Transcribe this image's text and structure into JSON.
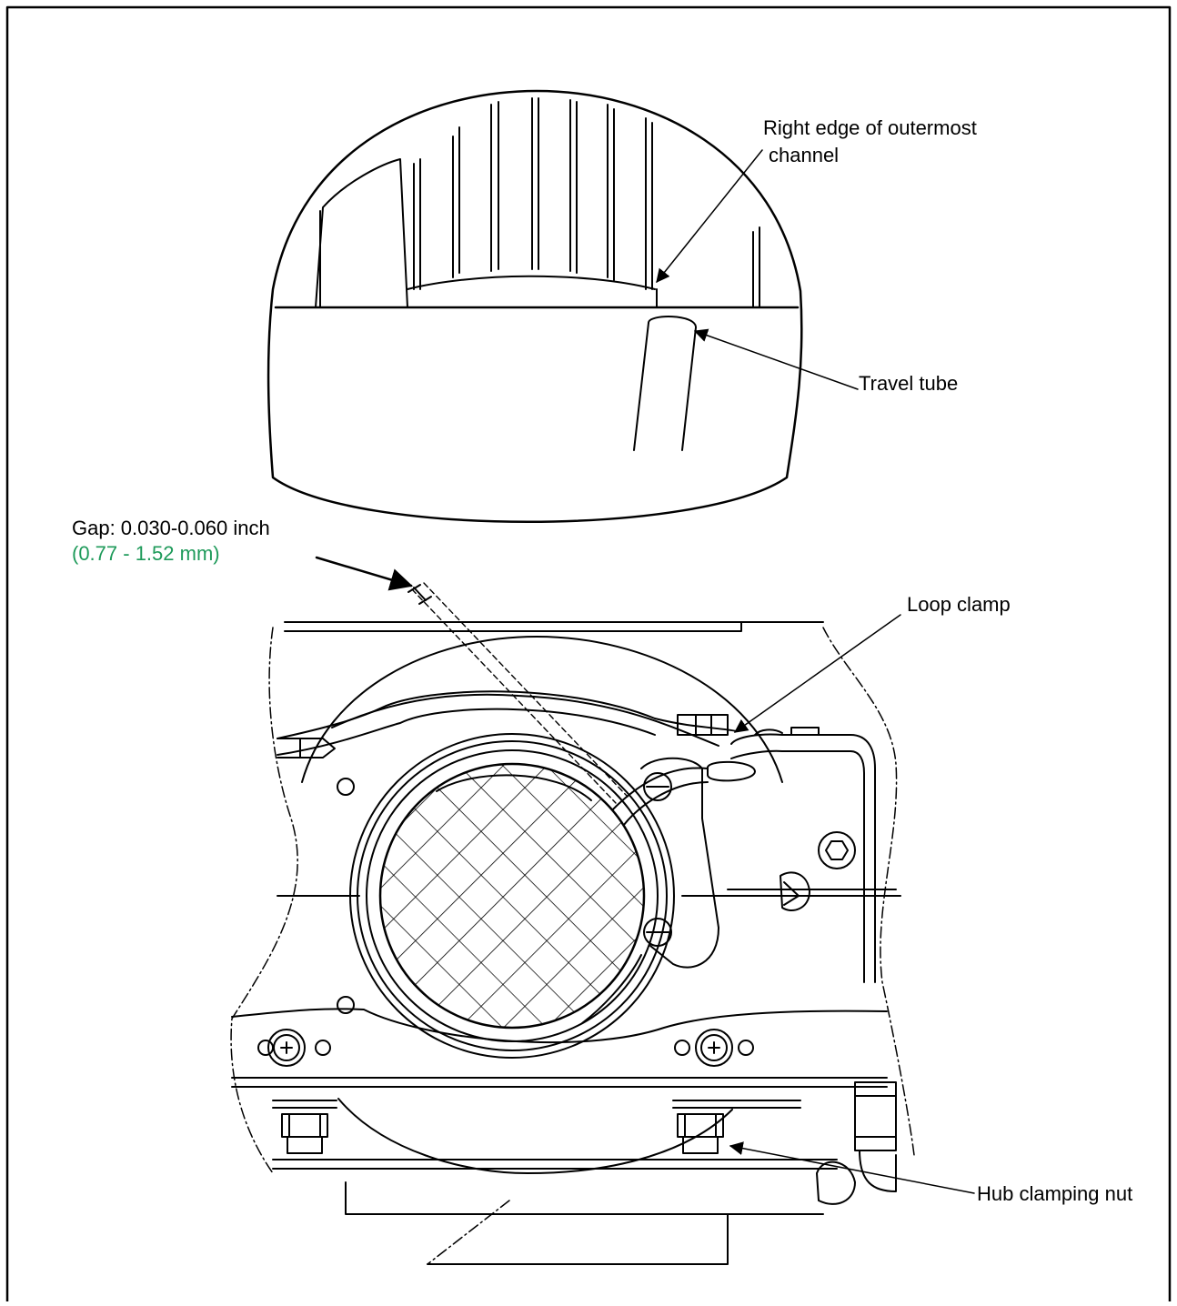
{
  "callouts": {
    "outer_channel_line1": "Right edge of outermost",
    "outer_channel_line2": "channel",
    "travel_tube": "Travel tube",
    "gap_inch": "Gap: 0.030-0.060 inch",
    "gap_mm": "(0.77 - 1.52 mm)",
    "loop_clamp": "Loop clamp",
    "hub_nut": "Hub clamping nut"
  },
  "colors": {
    "line": "#000000",
    "accent": "#1e9a5a",
    "background": "#ffffff"
  }
}
